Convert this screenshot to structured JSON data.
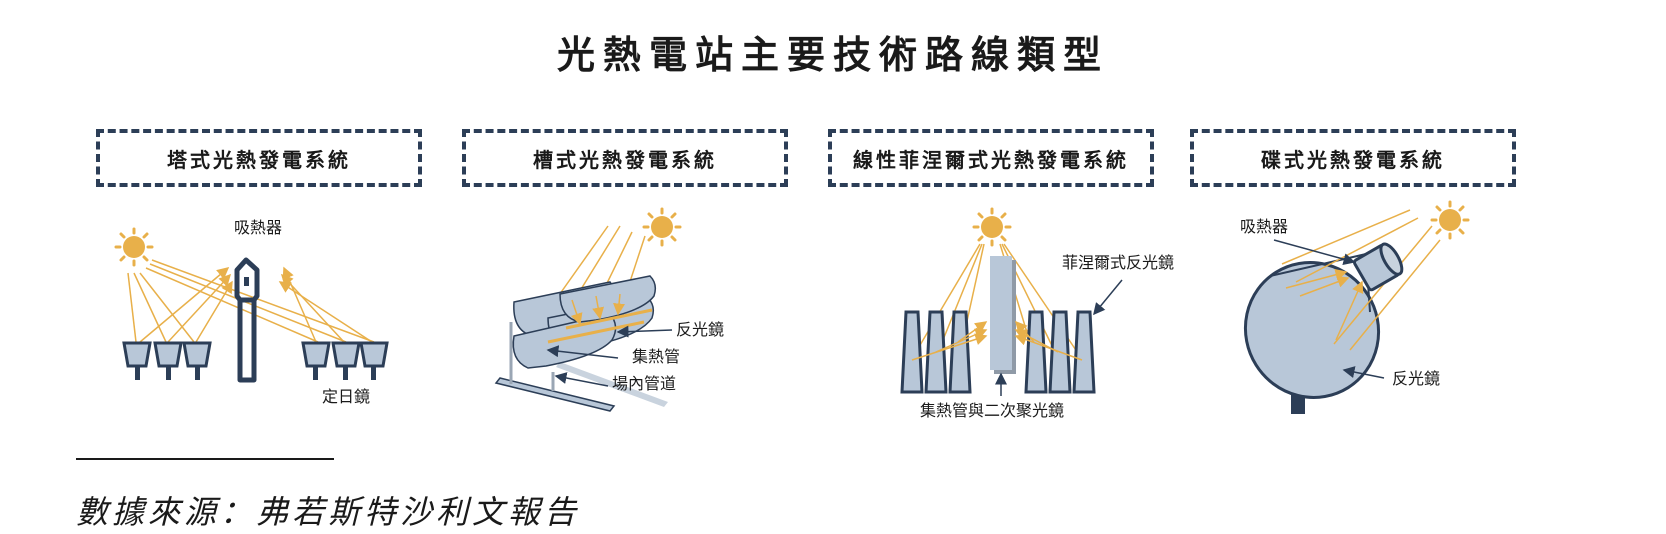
{
  "title": "光熱電站主要技術路線類型",
  "systems": [
    {
      "name": "塔式光熱發電系統",
      "labels": {
        "receiver": "吸熱器",
        "heliostat": "定日鏡"
      }
    },
    {
      "name": "槽式光熱發電系統",
      "labels": {
        "reflector": "反光鏡",
        "collector": "集熱管",
        "piping": "場內管道"
      }
    },
    {
      "name": "線性菲涅爾式光熱發電系統",
      "labels": {
        "fresnel": "菲涅爾式反光鏡",
        "collector": "集熱管與二次聚光鏡"
      }
    },
    {
      "name": "碟式光熱發電系統",
      "labels": {
        "receiver": "吸熱器",
        "reflector": "反光鏡"
      }
    }
  ],
  "source": "數據來源：弗若斯特沙利文報告",
  "colors": {
    "frame": "#2c3e57",
    "sun": "#e8b04a",
    "ray": "#e8b04a",
    "panel": "#b8c7d8",
    "dark": "#2c3e57"
  }
}
